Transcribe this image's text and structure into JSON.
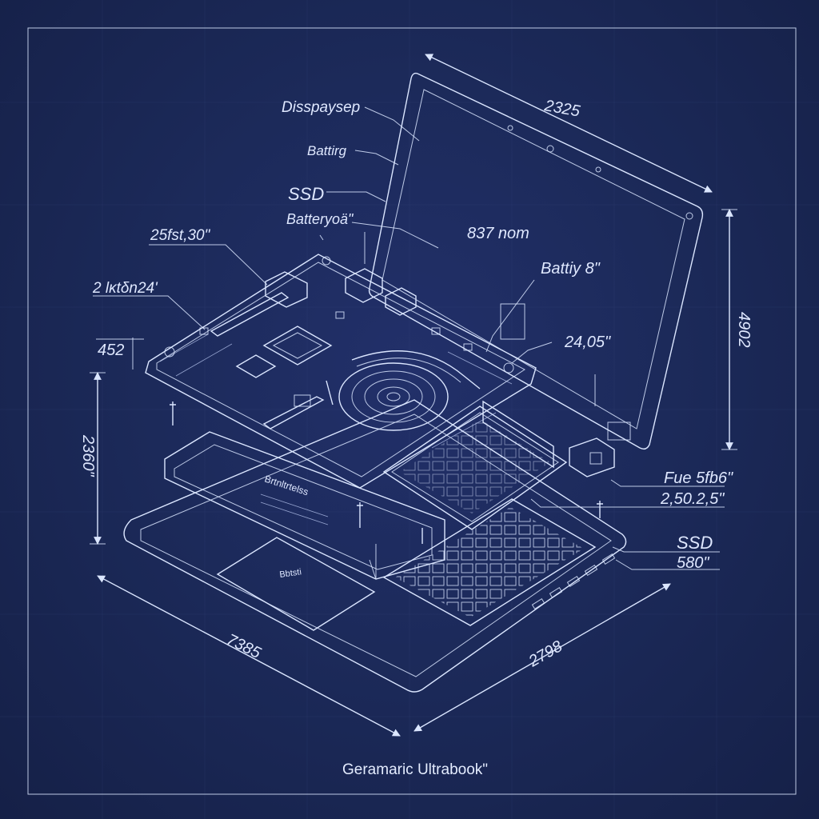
{
  "labels": {
    "display": "Disspaysep",
    "battery_top": "Battirg",
    "ssd_top": "SSD",
    "battery_note": "Batteryoä\"",
    "dim_251": "25fst,30\"",
    "dim_214": "2 lκtδn24'",
    "dim_452": "452",
    "dim_2325": "2325",
    "dim_837": "837 nom",
    "battery_right": "Battiy 8\"",
    "dim_2405": "24,05\"",
    "dim_4902": "4902",
    "dim_2360": "2360\"",
    "fue": "Fue 5fb6\"",
    "dim_2502": "2,50.2,5\"",
    "ssd_bottom": "SSD",
    "dim_580": "580\"",
    "dim_7385": "7385",
    "dim_2798": "2798",
    "keyboard_text": "Brtnltrtelss",
    "touchpad_text": "Bbtsti",
    "title": "Geramaric Ultrabook\""
  },
  "colors": {
    "background": "#1c2a5a",
    "line": "#dbe6ff"
  }
}
